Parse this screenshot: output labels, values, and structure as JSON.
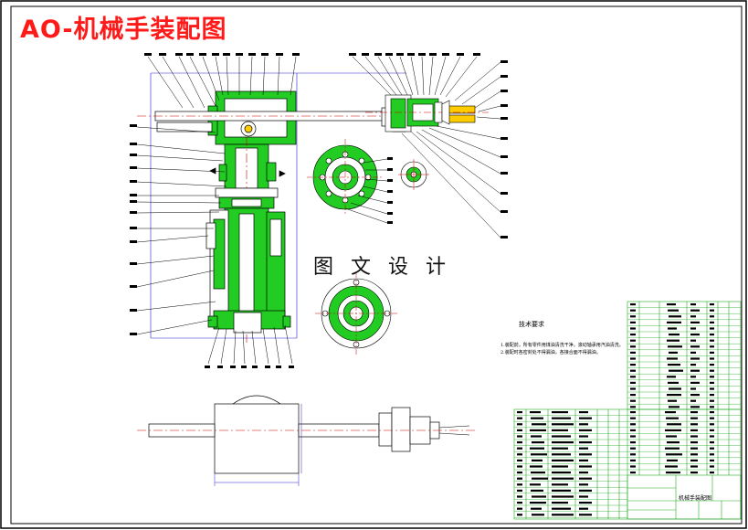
{
  "drawing": {
    "title": "AO-机械手装配图",
    "watermark": "图 文 设 计",
    "technical_requirements": {
      "heading": "技术要求",
      "items": [
        "1.装配前，所有零件用煤油清洗干净，滚动轴承用汽油清洗。",
        "2.装配时各密封处不得漏油，各接合面不得漏油。"
      ]
    },
    "title_block": {
      "name": "机械手装配图"
    }
  },
  "colors": {
    "title": "#ff1a1a",
    "part_fill": "#22cc22",
    "outline": "#000000",
    "centerline": "#cc0000",
    "leader": "#000000",
    "table_grid": "#22aa22",
    "dimension": "#2222cc"
  }
}
